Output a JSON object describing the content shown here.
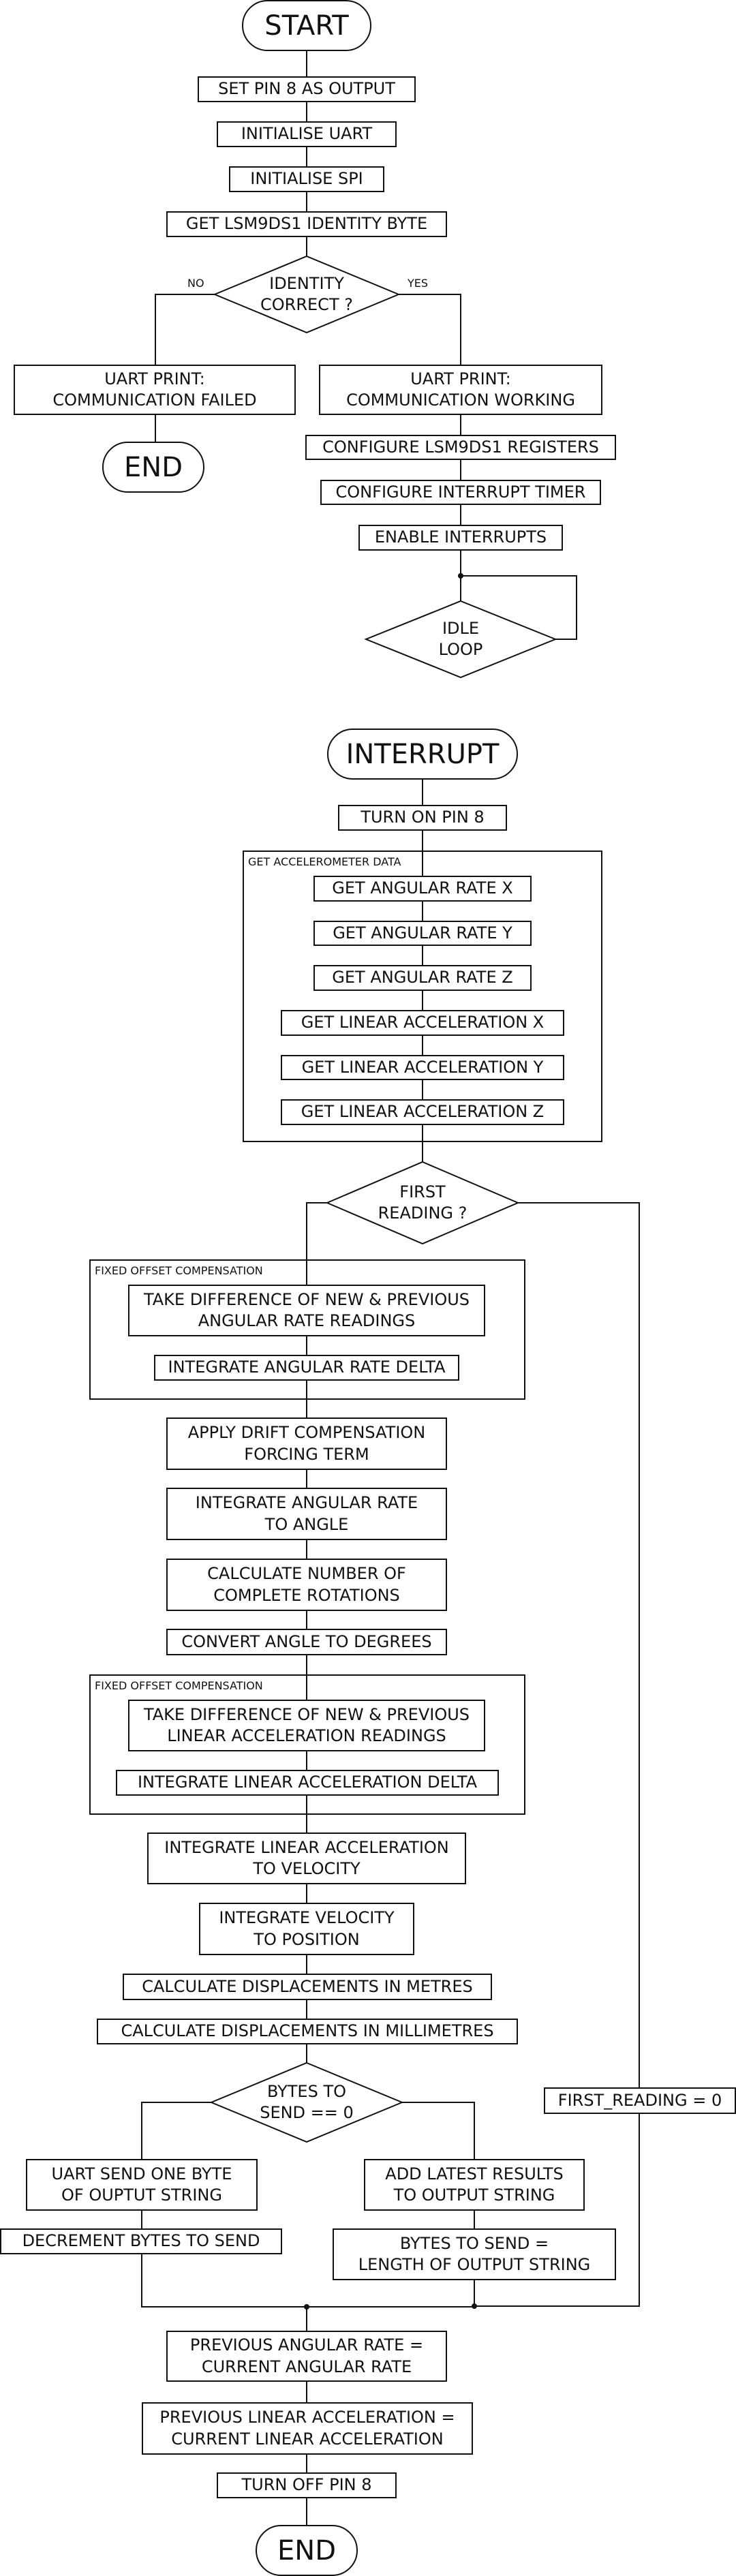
{
  "main_flow": {
    "start": "START",
    "set_pin": "SET PIN 8 AS OUTPUT",
    "init_uart": "INITIALISE UART",
    "init_spi": "INITIALISE SPI",
    "get_identity": "GET LSM9DS1 IDENTITY BYTE",
    "identity_decision": "IDENTITY\nCORRECT ?",
    "no_label": "NO",
    "yes_label": "YES",
    "comm_failed": "UART PRINT:\nCOMMUNICATION FAILED",
    "end": "END",
    "comm_working": "UART PRINT:\nCOMMUNICATION WORKING",
    "configure_registers": "CONFIGURE LSM9DS1 REGISTERS",
    "configure_timer": "CONFIGURE INTERRUPT TIMER",
    "enable_interrupts": "ENABLE INTERRUPTS",
    "idle_loop": "IDLE\nLOOP"
  },
  "interrupt_flow": {
    "interrupt": "INTERRUPT",
    "turn_on_pin": "TURN ON PIN 8",
    "accel_group_label": "GET ACCELEROMETER DATA",
    "get_rate_x": "GET ANGULAR RATE X",
    "get_rate_y": "GET ANGULAR RATE Y",
    "get_rate_z": "GET ANGULAR RATE Z",
    "get_accel_x": "GET LINEAR ACCELERATION X",
    "get_accel_y": "GET LINEAR ACCELERATION Y",
    "get_accel_z": "GET LINEAR ACCELERATION Z",
    "first_reading_decision": "FIRST\nREADING ?",
    "offset_group1_label": "FIXED OFFSET COMPENSATION",
    "diff_angular": "TAKE DIFFERENCE OF NEW & PREVIOUS\nANGULAR RATE READINGS",
    "integrate_rate_delta": "INTEGRATE ANGULAR RATE DELTA",
    "drift_comp": "APPLY DRIFT COMPENSATION\nFORCING TERM",
    "integrate_angle": "INTEGRATE ANGULAR RATE\nTO ANGLE",
    "calc_rotations": "CALCULATE NUMBER OF\nCOMPLETE ROTATIONS",
    "convert_degrees": "CONVERT ANGLE TO DEGREES",
    "offset_group2_label": "FIXED OFFSET COMPENSATION",
    "diff_linear": "TAKE DIFFERENCE OF NEW & PREVIOUS\nLINEAR ACCELERATION READINGS",
    "integrate_accel_delta": "INTEGRATE LINEAR ACCELERATION DELTA",
    "integrate_velocity": "INTEGRATE LINEAR ACCELERATION\nTO VELOCITY",
    "integrate_position": "INTEGRATE VELOCITY\nTO POSITION",
    "calc_metres": "CALCULATE DISPLACEMENTS IN METRES",
    "calc_mm": "CALCULATE DISPLACEMENTS IN MILLIMETRES",
    "bytes_decision": "BYTES TO\nSEND == 0",
    "uart_send": "UART SEND ONE BYTE\nOF OUPTUT STRING",
    "decrement": "DECREMENT BYTES TO SEND",
    "add_results": "ADD LATEST RESULTS\nTO OUTPUT STRING",
    "bytes_length": "BYTES TO SEND =\nLENGTH OF OUTPUT STRING",
    "first_reading_zero": "FIRST_READING = 0",
    "prev_rate": "PREVIOUS ANGULAR RATE =\nCURRENT ANGULAR RATE",
    "prev_accel": "PREVIOUS LINEAR ACCELERATION =\nCURRENT LINEAR ACCELERATION",
    "turn_off_pin": "TURN OFF PIN 8",
    "end": "END"
  }
}
